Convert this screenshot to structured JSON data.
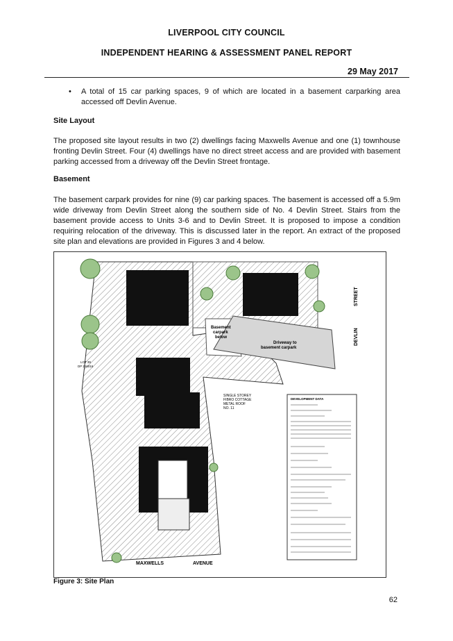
{
  "header": {
    "council": "LIVERPOOL CITY COUNCIL",
    "report_title": "INDEPENDENT HEARING & ASSESSMENT PANEL REPORT",
    "date": "29 May 2017"
  },
  "bullet": {
    "symbol": "•",
    "text": "A total of 15 car parking spaces, 9 of which are located in a basement carparking area accessed off Devlin Avenue."
  },
  "sections": [
    {
      "heading": "Site Layout",
      "body": "The proposed site layout results in two (2) dwellings facing Maxwells Avenue and one (1) townhouse fronting Devlin Street. Four (4) dwellings have no direct street access and are provided with basement parking accessed from a driveway off the Devlin Street frontage."
    },
    {
      "heading": "Basement",
      "body": "The basement carpark provides for nine (9) car parking spaces. The basement is accessed off a 5.9m wide driveway from Devlin Street along the southern side of No. 4 Devlin Street. Stairs from the basement provide access to Units 3-6 and to Devlin Street. It is proposed to impose a condition requiring relocation of the driveway. This is discussed later in the report. An extract of the proposed site plan and elevations are provided in Figures 3 and 4 below."
    }
  ],
  "figure": {
    "caption": "Figure 3: Site Plan",
    "labels": {
      "basement_carpark_below": [
        "Basement",
        "carpark",
        "below"
      ],
      "driveway": [
        "Driveway to",
        "basement carpark"
      ],
      "street_devlin": "DEVLIN",
      "street_street": "STREET",
      "street_maxwells": "MAXWELLS",
      "street_avenue": "AVENUE",
      "cottage": [
        "SINGLE STOREY",
        "FIBRO COTTAGE",
        "METAL ROOF",
        "NO. 11"
      ],
      "lot": [
        "LOT 39",
        "DP 216016"
      ],
      "development_data": "DEVELOPMENT DATA"
    }
  },
  "page_number": "62"
}
